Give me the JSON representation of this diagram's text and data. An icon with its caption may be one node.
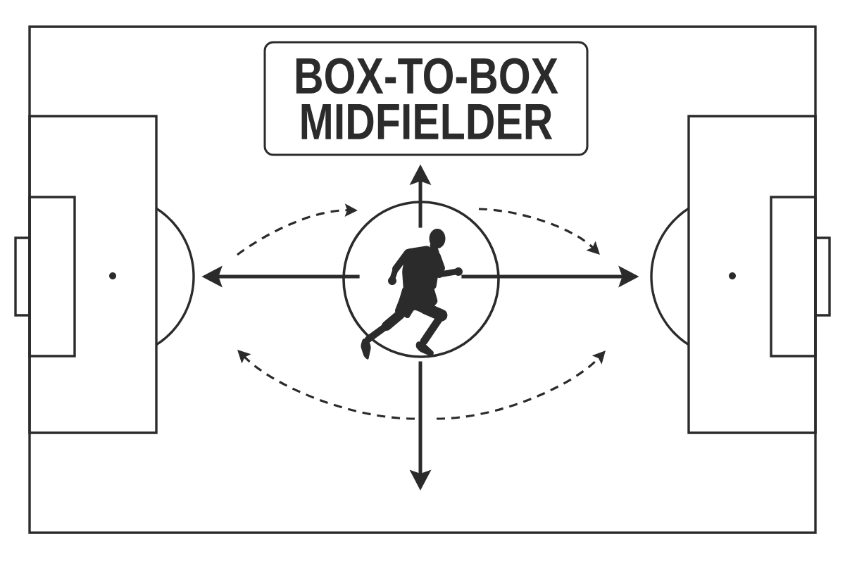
{
  "diagram": {
    "nodes": [
      {
        "text": [
          "BOX-TO-BOX MIDFIELDER"
        ]
      },
      {
        "text": [],
        "shape": "person"
      },
      {
        "text": [],
        "shape": "box"
      },
      {
        "text": [],
        "shape": "box"
      }
    ],
    "edges": [
      {
        "from": 1,
        "to": 0,
        "arrow": "to"
      },
      {
        "from": 1,
        "to": 2,
        "arrow": "to"
      },
      {
        "from": 1,
        "to": 3,
        "arrow": "to"
      },
      {
        "from": 1,
        "to": null,
        "arrow": "to"
      }
    ]
  }
}
